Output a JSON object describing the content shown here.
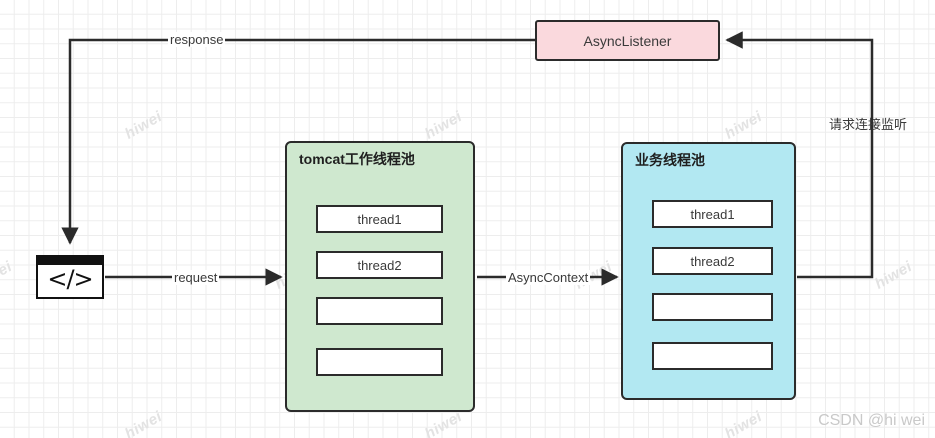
{
  "diagram": {
    "title": "Tomcat async servlet thread pool flow",
    "colors": {
      "panel_green": "#cfe8cf",
      "panel_cyan": "#b2e8f2",
      "listener_pink": "#fad9dd",
      "stroke": "#2b2b2b",
      "grid_minor": "#ededed",
      "grid_major": "#e0e0e0",
      "watermark": "#e3e3e3"
    },
    "client": {
      "glyph": "</>",
      "name": "code-client"
    },
    "listener": {
      "label": "AsyncListener"
    },
    "pools": [
      {
        "id": "tomcat-pool",
        "title": "tomcat工作线程池",
        "fill": "#cfe8cf",
        "threads": [
          {
            "label": "thread1"
          },
          {
            "label": "thread2"
          },
          {
            "label": ""
          },
          {
            "label": ""
          }
        ]
      },
      {
        "id": "business-pool",
        "title": "业务线程池",
        "fill": "#b2e8f2",
        "threads": [
          {
            "label": "thread1"
          },
          {
            "label": "thread2"
          },
          {
            "label": ""
          },
          {
            "label": ""
          }
        ]
      }
    ],
    "edges": [
      {
        "id": "response",
        "label": "response"
      },
      {
        "id": "request",
        "label": "request"
      },
      {
        "id": "async-context",
        "label": "AsyncContext"
      },
      {
        "id": "listen",
        "label": "请求连接监听"
      }
    ],
    "watermarks": {
      "tile_text": "hiwei",
      "credit": "CSDN @hi wei"
    }
  }
}
